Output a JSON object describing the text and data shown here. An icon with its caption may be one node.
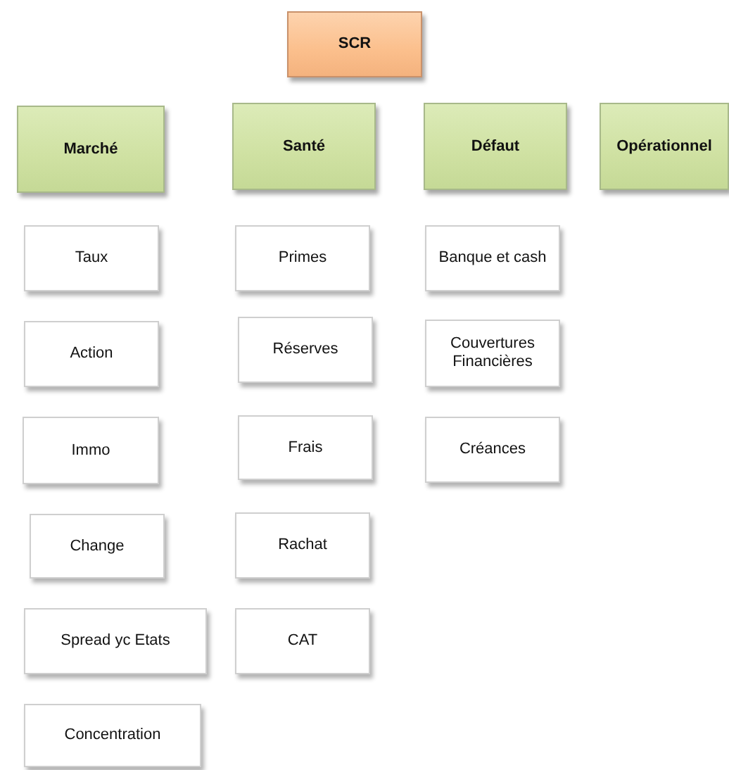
{
  "diagram": {
    "nodes": [
      {
        "text": [
          "SCR"
        ]
      },
      {
        "text": [
          "Marché"
        ]
      },
      {
        "text": [
          "Santé"
        ]
      },
      {
        "text": [
          "Défaut"
        ]
      },
      {
        "text": [
          "Opérationnel"
        ]
      },
      {
        "text": [
          "Taux"
        ]
      },
      {
        "text": [
          "Primes"
        ]
      },
      {
        "text": [
          "Banque et cash"
        ]
      },
      {
        "text": [
          "Action"
        ]
      },
      {
        "text": [
          "Réserves"
        ]
      },
      {
        "text": [
          "Couvertures Financières"
        ]
      },
      {
        "text": [
          "Immo"
        ]
      },
      {
        "text": [
          "Frais"
        ]
      },
      {
        "text": [
          "Créances"
        ]
      },
      {
        "text": [
          "Change"
        ]
      },
      {
        "text": [
          "Rachat"
        ]
      },
      {
        "text": [
          "Spread yc Etats"
        ]
      },
      {
        "text": [
          "CAT"
        ]
      },
      {
        "text": [
          "Concentration"
        ]
      }
    ]
  }
}
